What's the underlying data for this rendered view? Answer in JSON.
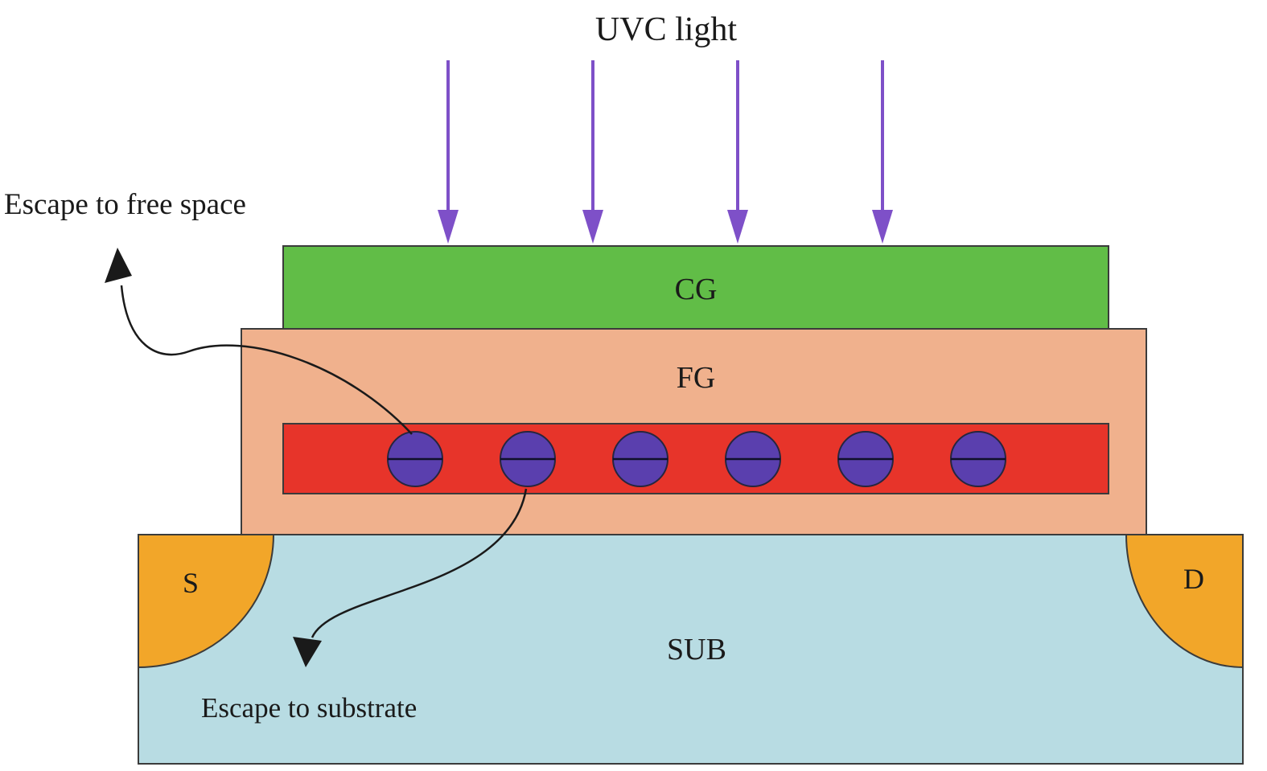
{
  "diagram": {
    "uvc_light_label": "UVC light",
    "escape_free_space_label": "Escape to free space",
    "escape_substrate_label": "Escape to substrate"
  },
  "layers": {
    "control_gate": {
      "label": "CG",
      "color": "#61bd47"
    },
    "floating_gate": {
      "label": "FG",
      "color": "#f0b18d"
    },
    "charge_trap_layer": {
      "color": "#e7342a"
    },
    "substrate": {
      "label": "SUB",
      "color": "#b8dce3"
    },
    "source": {
      "label": "S",
      "color": "#f2a629"
    },
    "drain": {
      "label": "D",
      "color": "#f2a629"
    }
  },
  "electrons": {
    "count": 6,
    "color": "#5a3fae"
  },
  "uvc_arrows": {
    "count": 4,
    "color": "#7e50c8"
  },
  "escape_arrows": {
    "color": "#1a1a1a"
  },
  "outline_color": "#3b3b3b"
}
